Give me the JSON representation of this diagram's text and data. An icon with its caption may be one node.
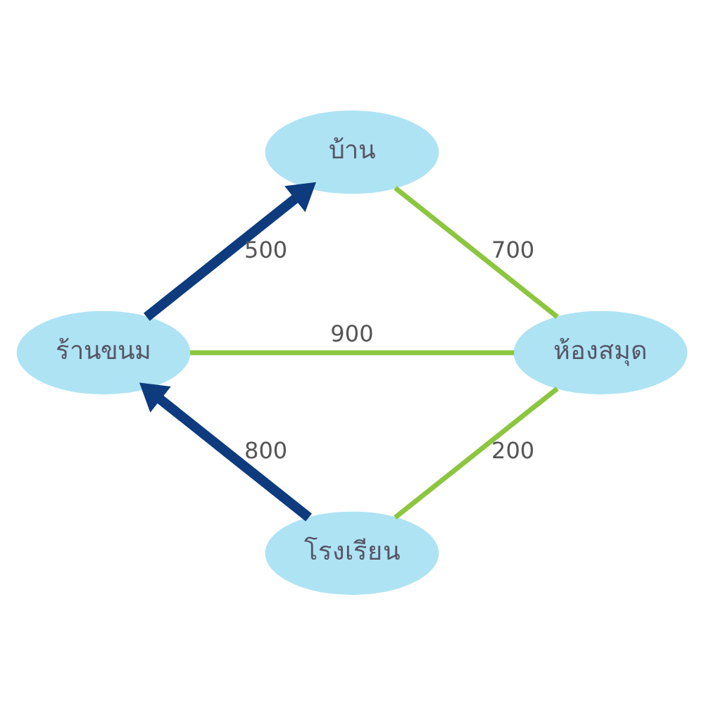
{
  "diagram": {
    "nodes": [
      {
        "text": [
          "บ้าน"
        ]
      },
      {
        "text": [
          "ร้านขนม"
        ]
      },
      {
        "text": [
          "ห้องสมุด"
        ]
      },
      {
        "text": [
          "โรงเรียน"
        ]
      }
    ],
    "edges": [
      {
        "from": 1,
        "to": 0,
        "arrow": "to",
        "label": "500",
        "style": "thick",
        "color": "#0d3b7e"
      },
      {
        "from": 0,
        "to": 2,
        "arrow": "none",
        "label": "700"
      },
      {
        "from": 1,
        "to": 2,
        "arrow": "none",
        "label": "900"
      },
      {
        "from": 2,
        "to": 3,
        "arrow": "none",
        "label": "200"
      },
      {
        "from": 3,
        "to": 1,
        "arrow": "to",
        "label": "800",
        "style": "thick",
        "color": "#0d3b7e"
      }
    ]
  }
}
